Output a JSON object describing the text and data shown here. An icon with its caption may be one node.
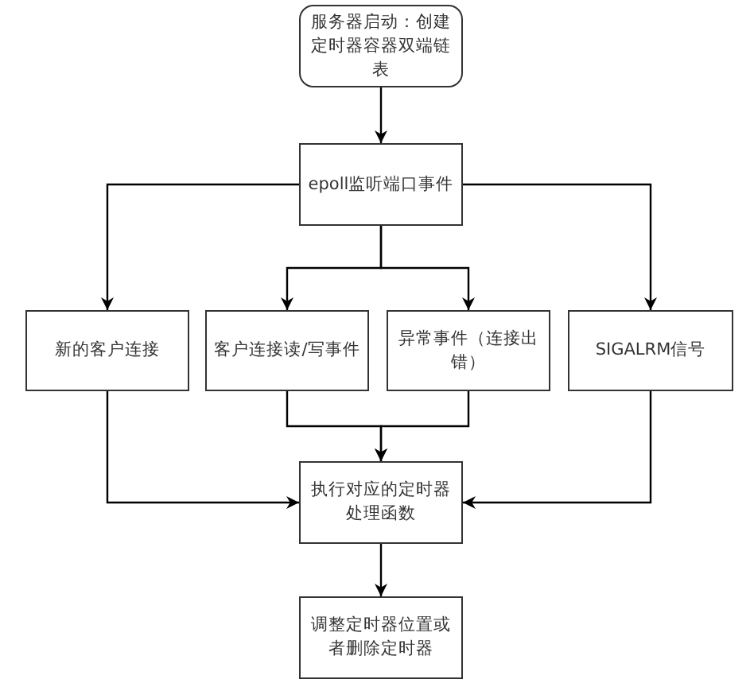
{
  "diagram": {
    "nodes": [
      {
        "text": [
          "服务器启动：创建定时器容器双端链表"
        ]
      },
      {
        "text": [
          "epoll监听端口事件"
        ]
      },
      {
        "text": [
          "新的客户连接"
        ]
      },
      {
        "text": [
          "客户连接读/写事件"
        ]
      },
      {
        "text": [
          "异常事件（连接出错）"
        ]
      },
      {
        "text": [
          "SIGALRM信号"
        ]
      },
      {
        "text": [
          "执行对应的定时器处理函数"
        ]
      },
      {
        "text": [
          "调整定时器位置或者删除定时器"
        ]
      }
    ],
    "edges": [
      {
        "from": 0,
        "to": 1,
        "arrow": "to"
      },
      {
        "from": 1,
        "to": 2,
        "arrow": "to"
      },
      {
        "from": 1,
        "to": 3,
        "arrow": "to"
      },
      {
        "from": 1,
        "to": 4,
        "arrow": "to"
      },
      {
        "from": 1,
        "to": 5,
        "arrow": "to"
      },
      {
        "from": 2,
        "to": 6,
        "arrow": "to"
      },
      {
        "from": 3,
        "to": 6,
        "arrow": "to"
      },
      {
        "from": 4,
        "to": 6,
        "arrow": "to"
      },
      {
        "from": 5,
        "to": 6,
        "arrow": "to"
      },
      {
        "from": 6,
        "to": 7,
        "arrow": "to"
      }
    ]
  }
}
